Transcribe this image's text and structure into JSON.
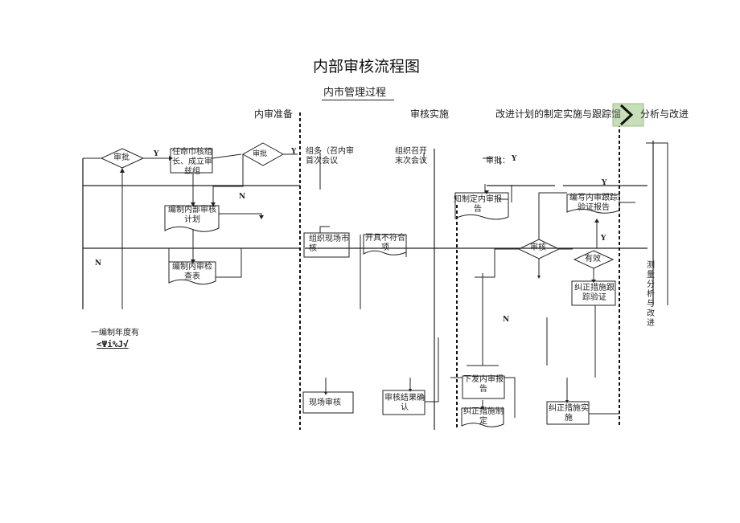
{
  "title": "内部审核流程图",
  "subtitle": "内市管理过程",
  "phases": {
    "prepare": "内审准备",
    "implement": "审核实施",
    "plan": "改进计划的制定实施与跟踪",
    "analysis": "分析与改进",
    "cut": "馏"
  },
  "nodes": {
    "approve_1": "审批",
    "appoint": "任命巾核组长、成立审兹组",
    "approve_2": "审批",
    "compile_plan": "编制内部审核计划",
    "compile_checklist": "编制内审检查表",
    "group_meeting": "组多（召内审首次会议",
    "hold_meeting": "组织召开末次会议",
    "approve_3": "审批：",
    "compile_report": "知制定内审报告",
    "write_verify": "编写内审跟踪验证报告",
    "onsite_org": "组织现场市核",
    "nonconform": "开具不符合项",
    "review": "审核",
    "effective": "有效",
    "corrective_verify": "纠正措施跟踪验证",
    "measure": "测量分析与改进",
    "compile_annual": "一编制年度有",
    "garbled": "<Ψi%J√",
    "onsite_audit": "现场审核",
    "result_confirm": "审核结果确认",
    "issue_report": "下发内审报告",
    "corrective_make": "纠正措施制定",
    "corrective_impl": "纠正措施实施"
  },
  "flags": {
    "y1": "Y",
    "y2": "Y",
    "y3": "Y",
    "y4": "Y",
    "y5": "Y",
    "n1": "N",
    "n2": "N",
    "n3": "N"
  }
}
